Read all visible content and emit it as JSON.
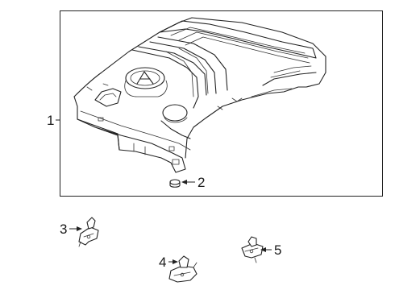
{
  "diagram": {
    "callouts": [
      {
        "id": "1",
        "label": "1"
      },
      {
        "id": "2",
        "label": "2"
      },
      {
        "id": "3",
        "label": "3"
      },
      {
        "id": "4",
        "label": "4"
      },
      {
        "id": "5",
        "label": "5"
      }
    ],
    "colors": {
      "line": "#222222",
      "background": "#ffffff"
    }
  }
}
